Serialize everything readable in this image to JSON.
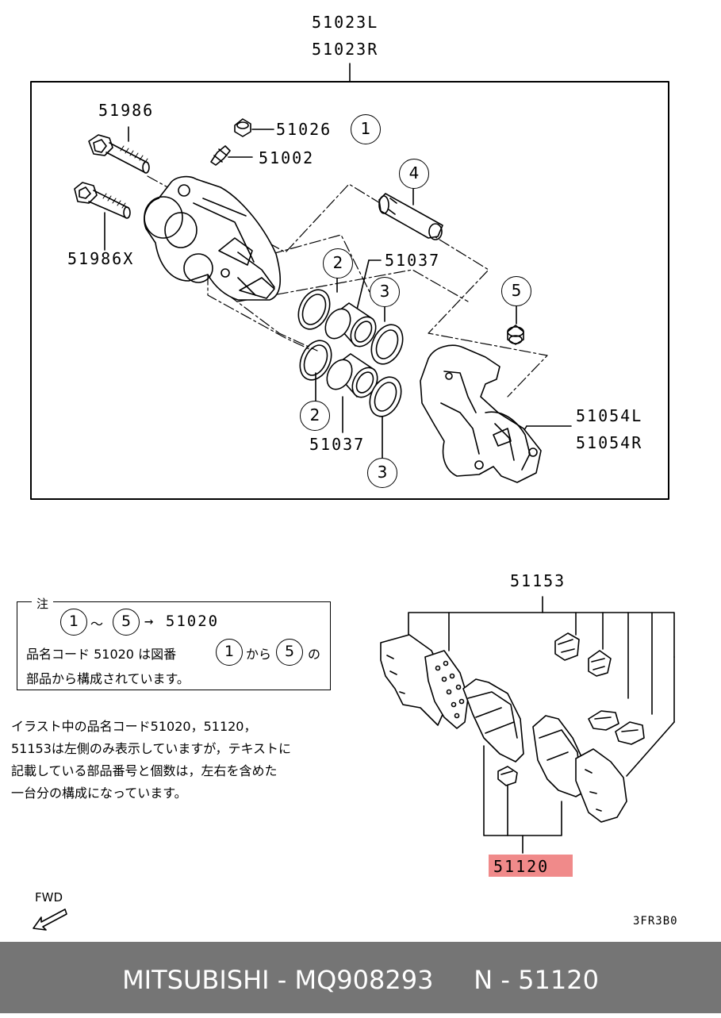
{
  "labels": {
    "assy_l": "51023L",
    "assy_r": "51023R",
    "bolt_upper": "51986",
    "bolt_lower": "51986X",
    "bleeder_cap": "51026",
    "bleeder": "51002",
    "piston_upper": "51037",
    "piston_lower": "51037",
    "support_l": "51054L",
    "support_r": "51054R",
    "shim_kit": "51153",
    "pad_kit": "51120"
  },
  "callouts": {
    "c1": "1",
    "c2a": "2",
    "c2b": "2",
    "c3a": "3",
    "c3b": "3",
    "c4": "4",
    "c5": "5"
  },
  "note": {
    "title": "注",
    "n1": "1",
    "tilde": "～",
    "n5": "5",
    "arrow_code": "→ 51020",
    "line2_a": "品名コード 51020 は図番",
    "line2_n1": "1",
    "line2_b": "から",
    "line2_n5": "5",
    "line2_c": "の",
    "line3": "部品から構成されています。"
  },
  "paragraph": [
    "イラスト中の品名コード51020，51120，",
    "51153は左側のみ表示していますが，テキストに",
    "記載している部品番号と個数は，左右を含めた",
    "一台分の構成になっています。"
  ],
  "fwd": "FWD",
  "diagram_code": "3FR3B0",
  "footer": "MITSUBISHI - MQ908293     N - 51120",
  "colors": {
    "highlight": "#f08a8a",
    "footer_bg": "#757575",
    "footer_text": "#ffffff"
  }
}
